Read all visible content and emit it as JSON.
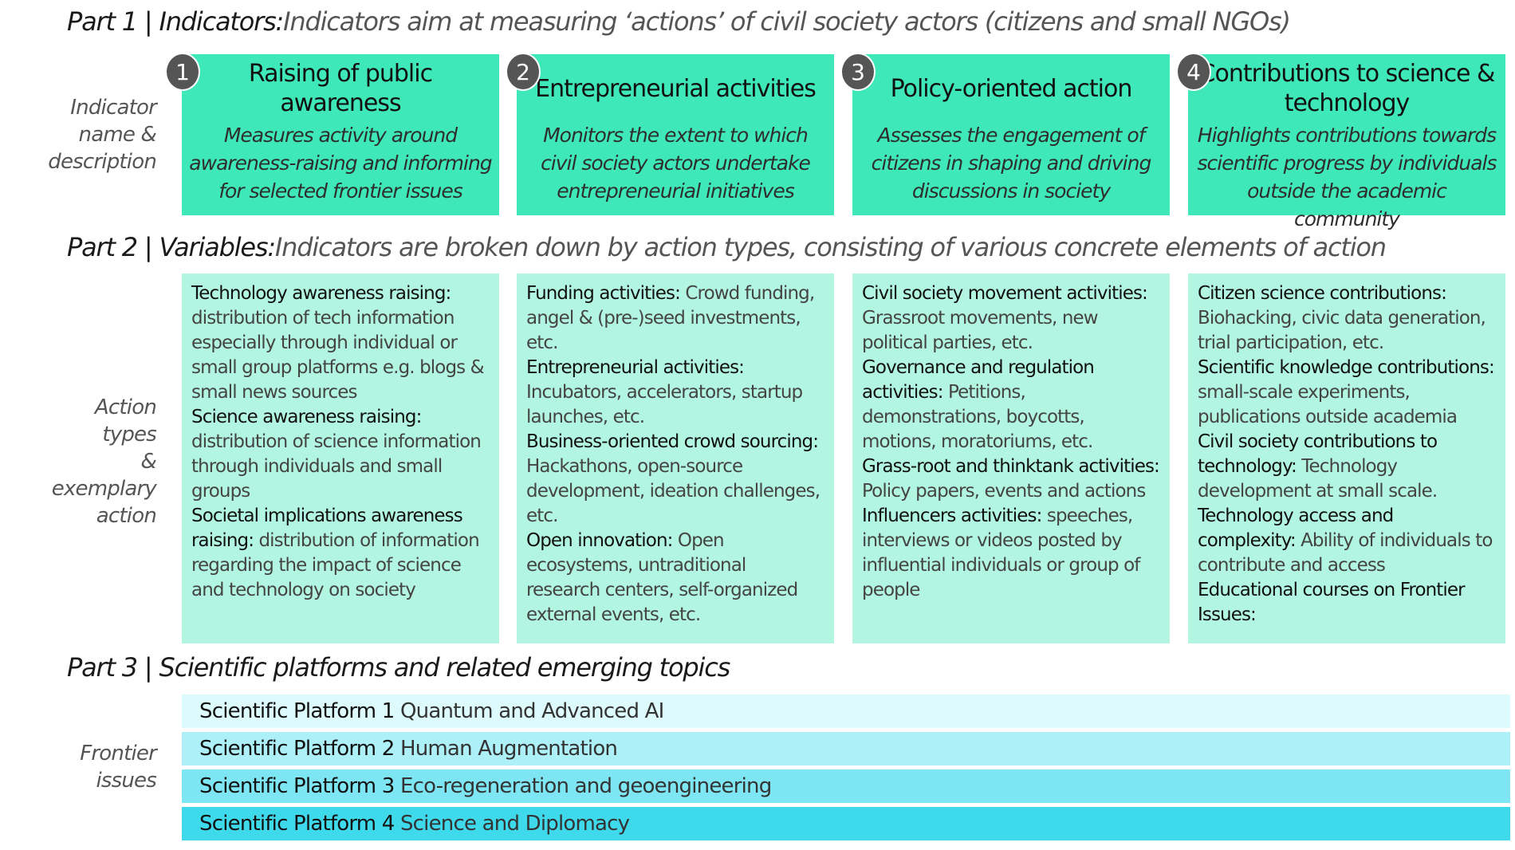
{
  "part1": {
    "label": "Part 1 | Indicators:",
    "description": "Indicators aim at measuring ‘actions’ of civil society actors (citizens and small NGOs)",
    "side_label": [
      "Indicator",
      "name &",
      "description"
    ],
    "indicators": [
      {
        "number": "1",
        "title": "Raising of public awareness",
        "description": "Measures activity around awareness-raising and informing for selected frontier issues"
      },
      {
        "number": "2",
        "title": "Entrepreneurial activities",
        "description": "Monitors the extent to which civil society actors undertake entrepreneurial initiatives"
      },
      {
        "number": "3",
        "title": "Policy-oriented action",
        "description": "Assesses the engagement of citizens in shaping and driving discussions in society"
      },
      {
        "number": "4",
        "title": "Contributions to science & technology",
        "description": "Highlights contributions towards scientific progress by individuals outside the academic community"
      }
    ]
  },
  "part2": {
    "label": "Part 2 | Variables:",
    "description": "Indicators are broken down by action types, consisting of various concrete elements of action",
    "side_label": [
      "Action",
      "types",
      "&",
      "exemplary",
      "action"
    ],
    "columns": [
      [
        {
          "label": "Technology awareness raising:",
          "text": " distribution of tech information especially through individual or small group platforms e.g. blogs & small news sources"
        },
        {
          "label": "Science awareness raising:",
          "text": " distribution of science information through individuals and small groups"
        },
        {
          "label": "Societal implications awareness raising:",
          "text": " distribution of information regarding the impact of science and technology on society"
        }
      ],
      [
        {
          "label": "Funding activities:",
          "text": " Crowd funding, angel & (pre-)seed investments, etc."
        },
        {
          "label": "Entrepreneurial activities:",
          "text": " Incubators, accelerators, startup launches, etc."
        },
        {
          "label": "Business-oriented crowd sourcing:",
          "text": " Hackathons, open-source development, ideation challenges, etc."
        },
        {
          "label": "Open innovation:",
          "text": " Open ecosystems, untraditional research centers, self-organized external events, etc."
        }
      ],
      [
        {
          "label": "Civil society movement activities:",
          "text": " Grassroot movements, new political parties, etc."
        },
        {
          "label": "Governance and regulation activities:",
          "text": " Petitions, demonstrations, boycotts, motions, moratoriums, etc."
        },
        {
          "label": "Grass-root and thinktank activities:",
          "text": " Policy papers, events and actions"
        },
        {
          "label": "Influencers activities:",
          "text": " speeches, interviews or videos posted by influential individuals or group of people"
        }
      ],
      [
        {
          "label": "Citizen science contributions:",
          "text": " Biohacking, civic data generation, trial participation, etc."
        },
        {
          "label": "Scientific knowledge contributions:",
          "text": " small-scale experiments, publications outside academia"
        },
        {
          "label": "Civil society contributions to technology:",
          "text": " Technology development at small scale."
        },
        {
          "label": "Technology access and complexity:",
          "text": " Ability of individuals to contribute and access"
        },
        {
          "label": "Educational courses on Frontier Issues:",
          "text": ""
        }
      ]
    ]
  },
  "part3": {
    "label": "Part 3 | Scientific platforms and related emerging topics",
    "side_label": [
      "Frontier",
      "issues"
    ],
    "platforms": [
      {
        "name": "Scientific Platform 1",
        "topic": " Quantum and Advanced AI",
        "color": "#ddfafc"
      },
      {
        "name": "Scientific Platform 2",
        "topic": " Human Augmentation",
        "color": "#aef0f8"
      },
      {
        "name": "Scientific Platform 3",
        "topic": " Eco-regeneration and geoengineering",
        "color": "#7ee6f3"
      },
      {
        "name": "Scientific Platform 4",
        "topic": " Science and Diplomacy",
        "color": "#3fd9ec"
      }
    ]
  }
}
